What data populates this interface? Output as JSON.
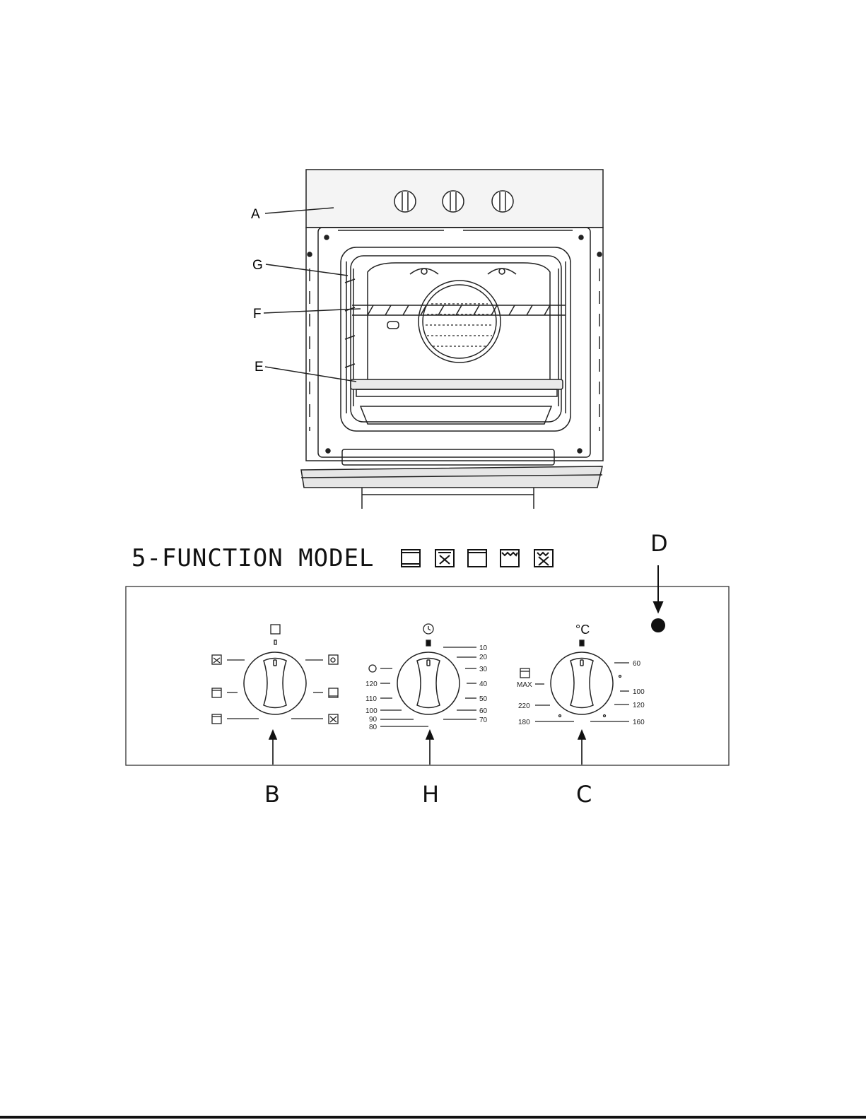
{
  "callouts": {
    "a": "A",
    "g": "G",
    "f": "F",
    "e": "E",
    "d": "D",
    "b": "B",
    "h": "H",
    "c": "C"
  },
  "model_title": "5-FUNCTION MODEL",
  "function_icons": [
    "conventional-oven-icon",
    "fan-grill-icon",
    "top-heat-icon",
    "grill-icon",
    "defrost-fan-icon"
  ],
  "timer_knob": {
    "right_scale": [
      "10",
      "20",
      "30",
      "40",
      "50",
      "60",
      "70"
    ],
    "left_scale": [
      "120",
      "110",
      "100",
      "90",
      "80"
    ],
    "zero_mark": "0"
  },
  "thermostat_knob": {
    "right_scale": [
      "60",
      "100",
      "120",
      "160"
    ],
    "left_scale": [
      "MAX",
      "220",
      "180"
    ],
    "zero_mark": "0"
  },
  "function_knob": {
    "zero_mark": "0"
  },
  "colors": {
    "line": "#222222",
    "indicator_d": "#111111"
  }
}
